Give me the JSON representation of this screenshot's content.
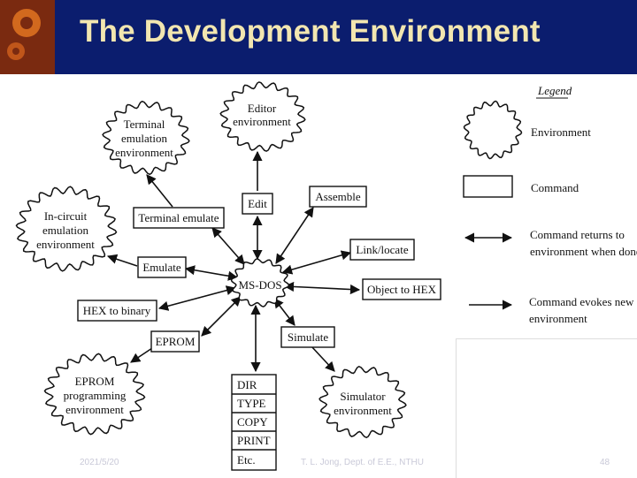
{
  "title": "The Development Environment",
  "diagram": {
    "center": "MS-DOS",
    "environments": {
      "editor": [
        "Editor",
        "environment"
      ],
      "terminal": [
        "Terminal",
        "emulation",
        "environment"
      ],
      "incircuit": [
        "In-circuit",
        "emulation",
        "environment"
      ],
      "eprom": [
        "EPROM",
        "programming",
        "environment"
      ],
      "simulator": [
        "Simulator",
        "environment"
      ]
    },
    "commands": {
      "edit": "Edit",
      "assemble": "Assemble",
      "terminal_emulate": "Terminal emulate",
      "link_locate": "Link/locate",
      "emulate": "Emulate",
      "object_to_hex": "Object to HEX",
      "hex_to_binary": "HEX to binary",
      "eprom": "EPROM",
      "simulate": "Simulate"
    },
    "dos_commands": [
      "DIR",
      "TYPE",
      "COPY",
      "PRINT",
      "Etc."
    ]
  },
  "legend": {
    "title": "Legend",
    "environment": "Environment",
    "command": "Command",
    "returns": [
      "Command returns to",
      "environment when done"
    ],
    "evokes": [
      "Command evokes new",
      "environment"
    ]
  },
  "footer": {
    "date": "2021/5/20",
    "author": "T. L. Jong, Dept. of E.E., NTHU",
    "page": "48"
  },
  "colors": {
    "header": "#0b1d6e",
    "title": "#f2e6b0"
  }
}
